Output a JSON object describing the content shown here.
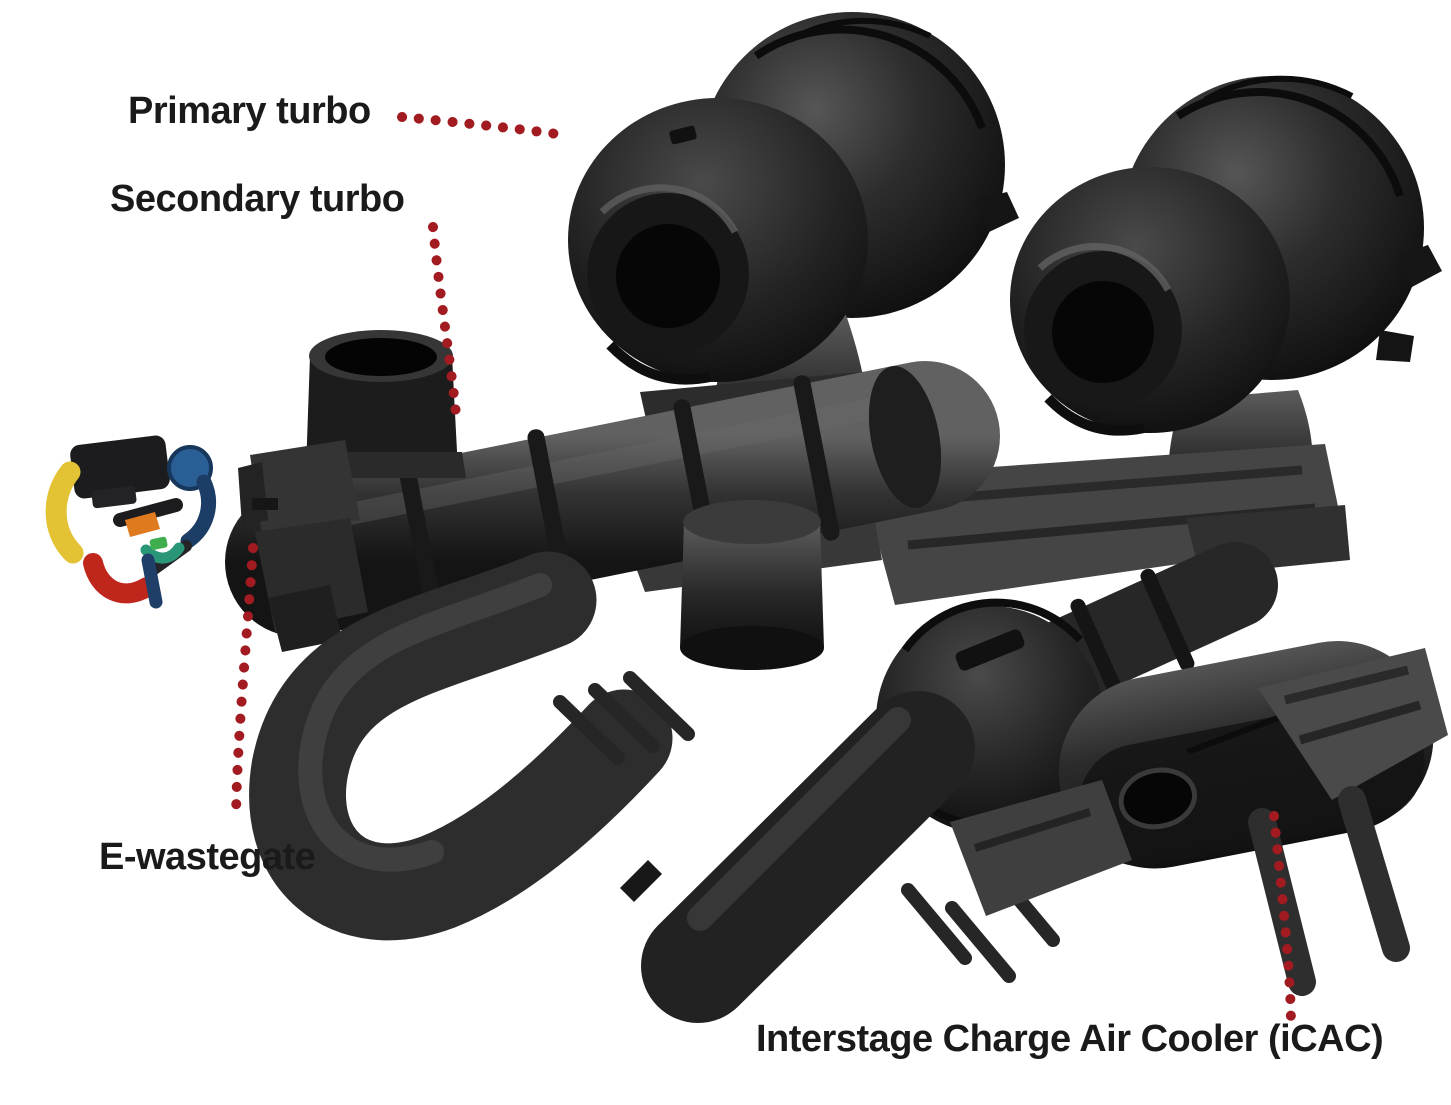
{
  "diagram": {
    "description": "Twin sequential turbocharger assembly technical illustration",
    "labels": {
      "primary_turbo": "Primary turbo",
      "secondary_turbo": "Secondary turbo",
      "e_wastegate": "E-wastegate",
      "icac": "Interstage Charge Air Cooler (iCAC)"
    },
    "colors": {
      "background": "#ffffff",
      "label_text": "#1a1a1a",
      "leader_dots": "#a11b20",
      "assembly_dark": "#161616",
      "assembly_mid": "#3c3c3c",
      "inset_yellow": "#e3c233",
      "inset_red": "#c0271c",
      "inset_blue": "#2a5f96",
      "inset_green": "#2a9678",
      "inset_orange": "#df7a1e"
    }
  }
}
